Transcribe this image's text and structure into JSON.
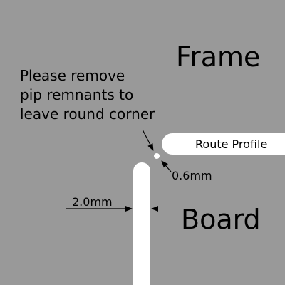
{
  "diagram": {
    "frame_label": "Frame",
    "board_label": "Board",
    "note_lines": [
      "Please remove",
      "pip remnants to",
      "leave round corner"
    ],
    "route_profile_label": "Route Profile",
    "dim_pip": "0.6mm",
    "dim_width": "2.0mm",
    "colors": {
      "background": "#999999",
      "route": "#ffffff",
      "ink": "#000000"
    }
  }
}
